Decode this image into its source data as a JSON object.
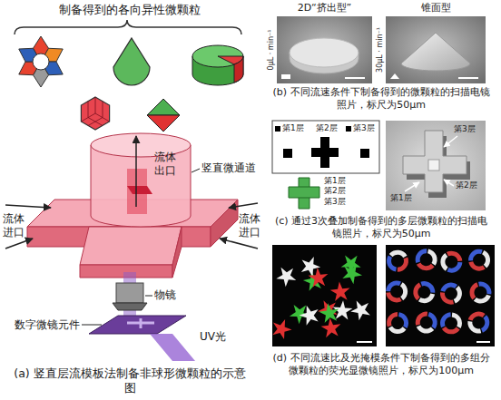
{
  "diagram": {
    "labels": [
      "制备得到的各向异性微颗粒",
      "流体出口",
      "竖直微通道",
      "流体进口",
      "流体进口",
      "物镜",
      "数字微镜元件",
      "UV光",
      "(a) 竖直层流模板法制备非球形微颗粒的示意图",
      "2D“挤出型”",
      "锥面型",
      "0μL · min⁻¹",
      "30μL · min⁻¹",
      "(b) 不同流速条件下制备得到的微颗粒的扫描电镜照片，标尺为50μm",
      "第1层",
      "第2层",
      "第3层",
      "第1层",
      "第2层",
      "第3层",
      "第3层",
      "第1层",
      "第2层",
      "(c) 通过3次叠加制备得到的多层微颗粒的扫描电镜照片，标尺为50μm",
      "(d) 不同流速比及光掩模条件下制备得到的多组分微颗粒的荧光显微镜照片，标尺为100μm"
    ]
  }
}
